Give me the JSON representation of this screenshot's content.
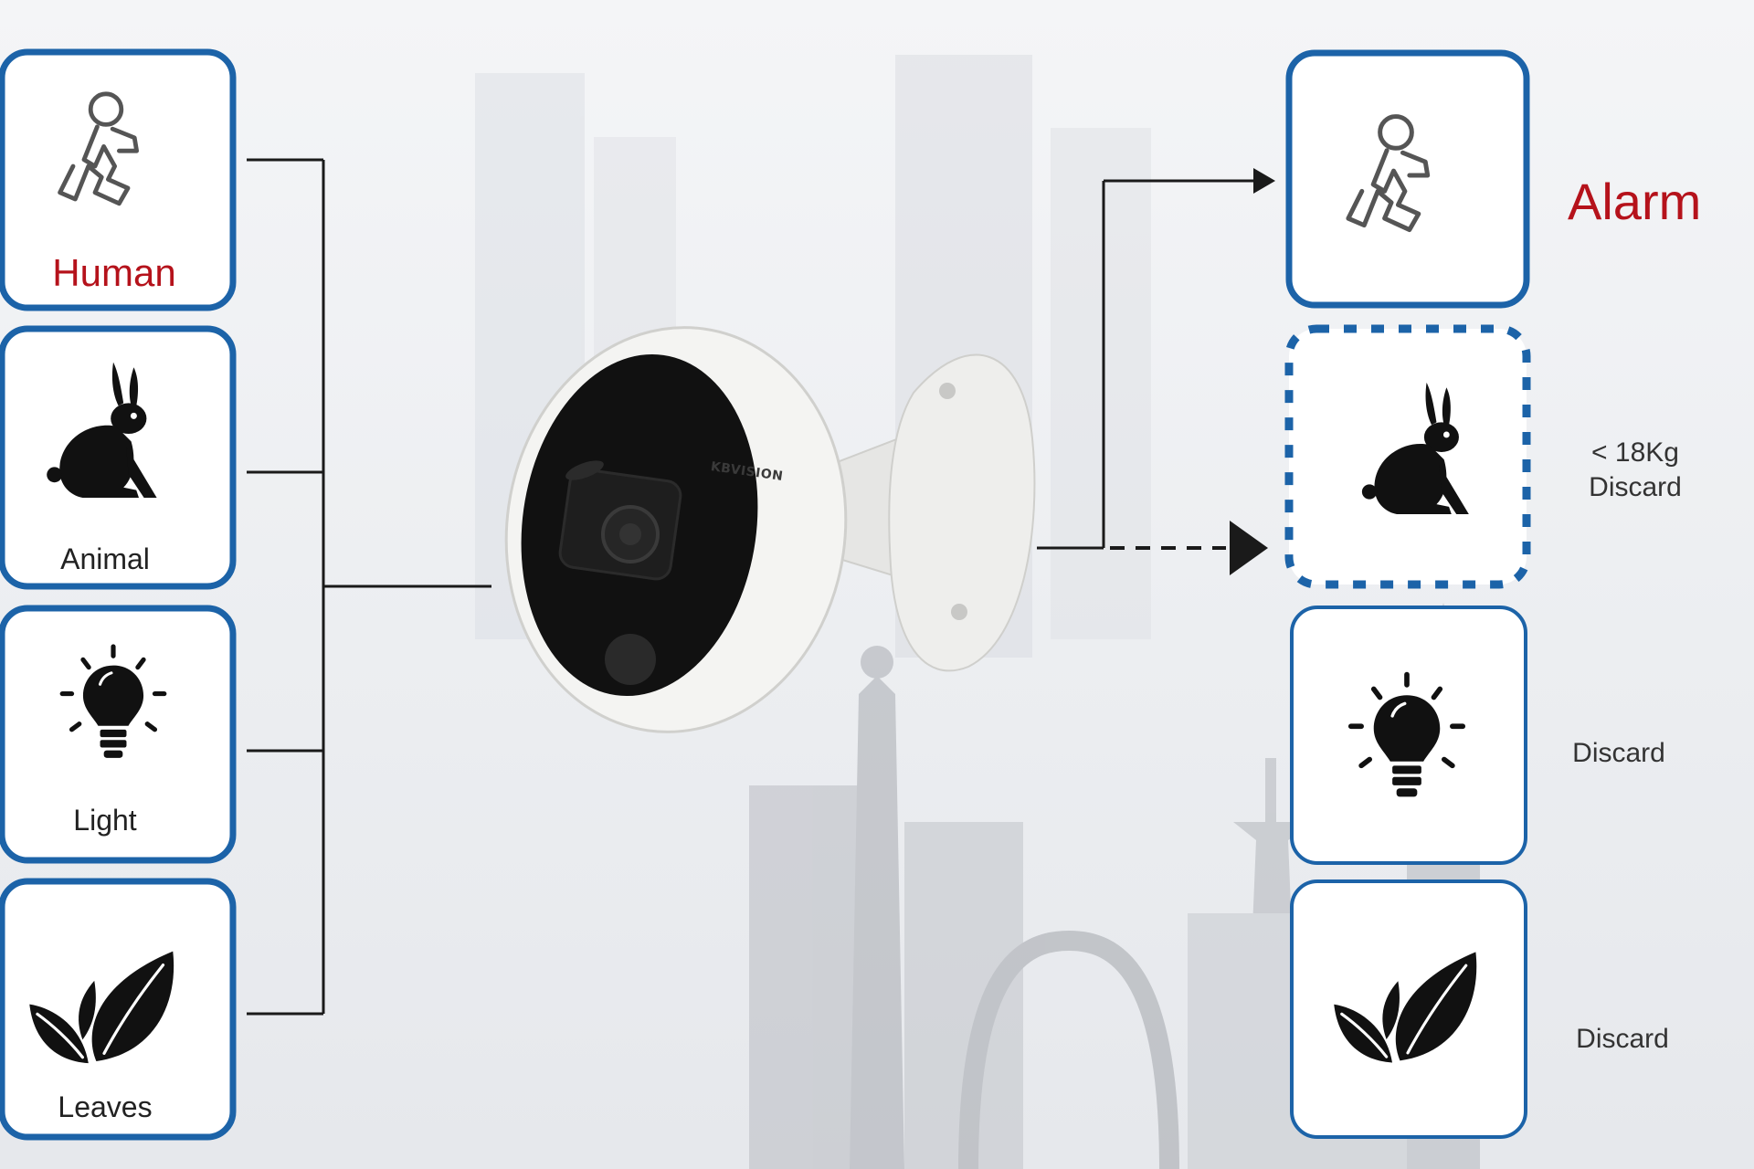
{
  "inputs": [
    {
      "label": "Human",
      "icon": "running-person-icon",
      "highlight": true
    },
    {
      "label": "Animal",
      "icon": "rabbit-icon",
      "highlight": false
    },
    {
      "label": "Light",
      "icon": "light-bulb-icon",
      "highlight": false
    },
    {
      "label": "Leaves",
      "icon": "leaves-icon",
      "highlight": false
    }
  ],
  "camera": {
    "brand": "KBVISION"
  },
  "outputs": [
    {
      "icon": "running-person-icon",
      "result": "Alarm",
      "style": "solid",
      "highlight": true
    },
    {
      "icon": "rabbit-icon",
      "result": "< 18Kg\nDiscard",
      "style": "dashed",
      "highlight": false
    },
    {
      "icon": "light-bulb-icon",
      "result": "Discard",
      "style": "solid",
      "highlight": false
    },
    {
      "icon": "leaves-icon",
      "result": "Discard",
      "style": "solid",
      "highlight": false
    }
  ],
  "colors": {
    "box_border": "#1c63a8",
    "alarm_text": "#b5121b",
    "line": "#1a1a1a",
    "icon_fill": "#111111",
    "camera_body": "#f4f4f2"
  }
}
